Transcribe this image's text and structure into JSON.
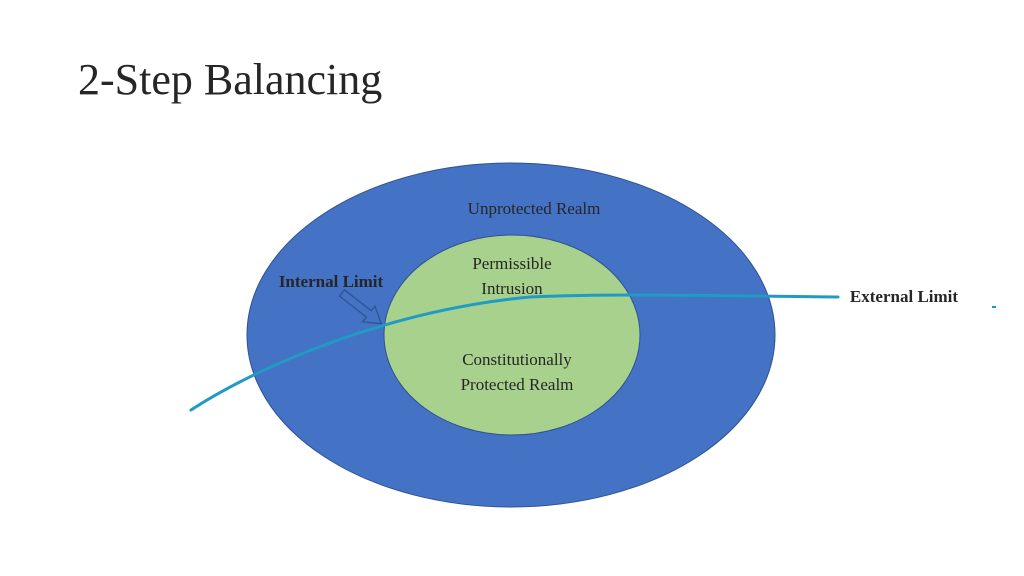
{
  "slide": {
    "title": "2-Step Balancing"
  },
  "diagram": {
    "outer_realm": {
      "label": "Unprotected Realm",
      "fill": "#4472C4",
      "stroke": "#2F528F"
    },
    "inner_realm": {
      "label_top_line1": "Permissible",
      "label_top_line2": "Intrusion",
      "label_bottom_line1": "Constitutionally",
      "label_bottom_line2": "Protected Realm",
      "fill": "#A9D18E",
      "stroke": "#2F528F"
    },
    "external_limit": {
      "label": "External Limit",
      "curve_color": "#1F9BC4"
    },
    "internal_limit": {
      "label": "Internal Limit",
      "arrow_fill": "#4472C4",
      "arrow_stroke": "#2F528F"
    },
    "text_color": "#262626"
  }
}
